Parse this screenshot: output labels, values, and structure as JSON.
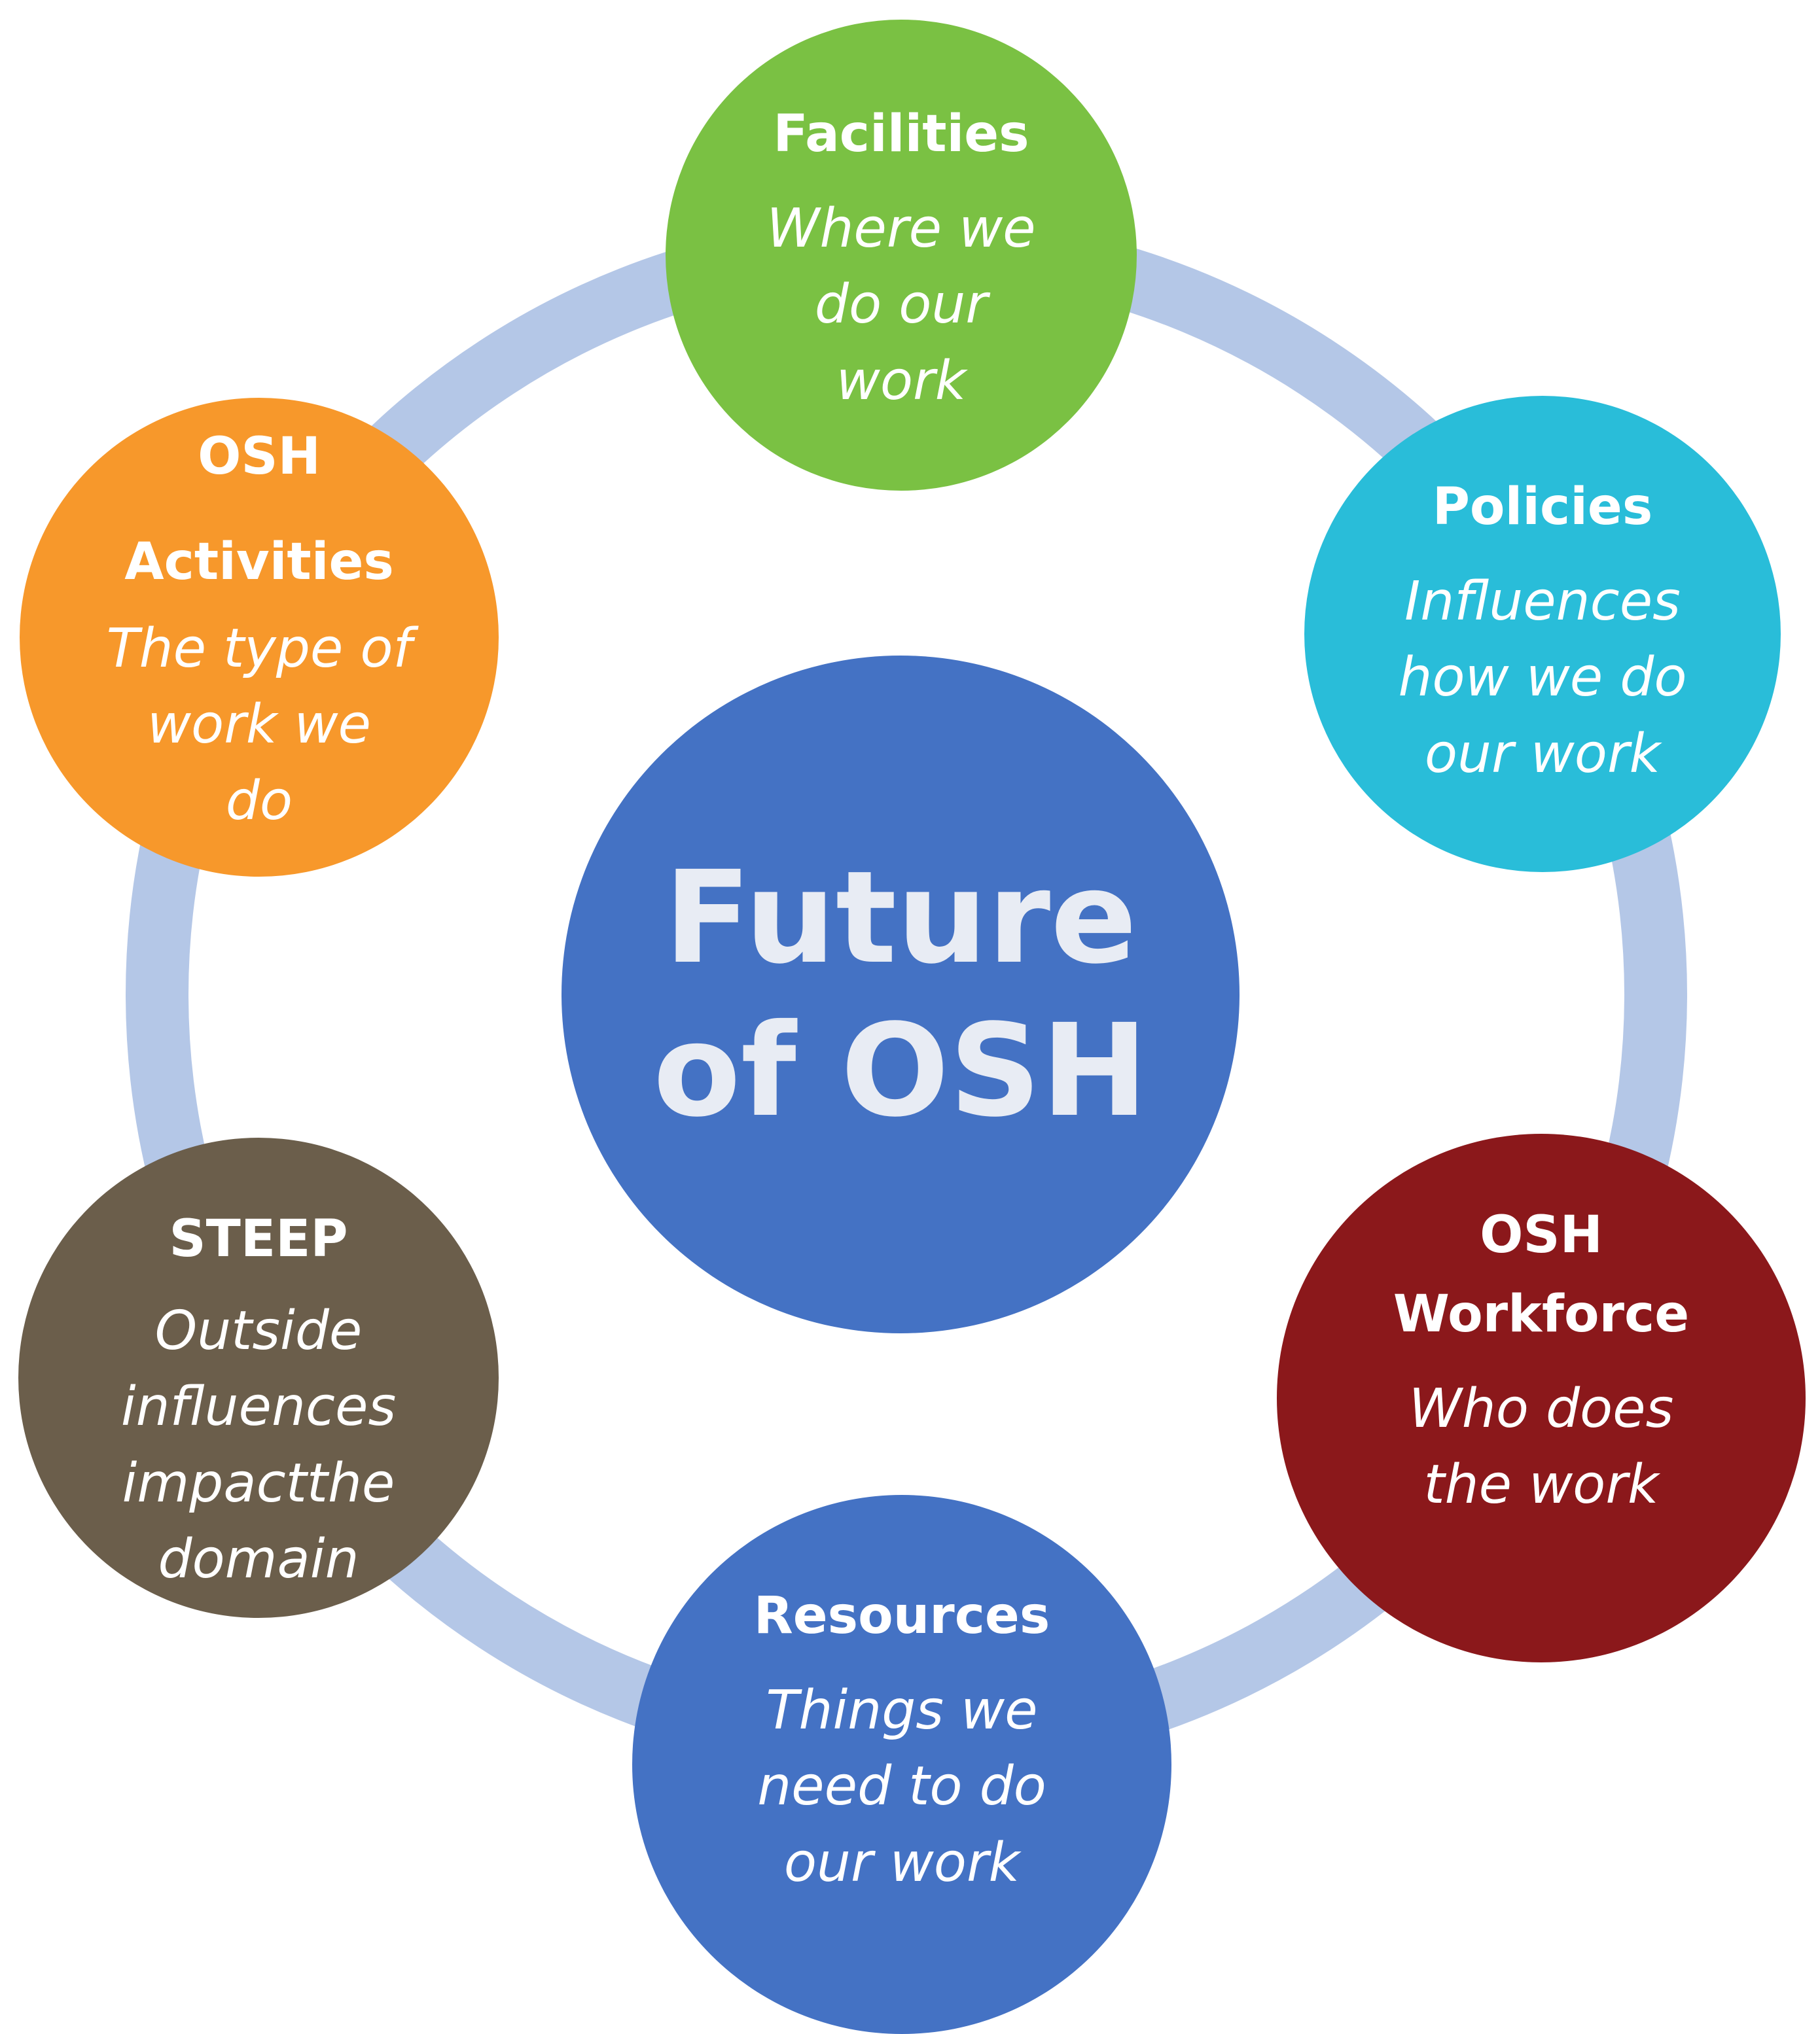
{
  "center": {
    "title_line1": "Future",
    "title_line2": "of OSH",
    "color": "#4472C4"
  },
  "ring_color": "#B4C7E7",
  "nodes": [
    {
      "id": "facilities",
      "title": "Facilities",
      "desc_lines": [
        "Where we",
        "do our",
        "work"
      ],
      "color": "#7AC143"
    },
    {
      "id": "policies",
      "title": "Policies",
      "desc_lines": [
        "Influences",
        "how we do",
        "our work"
      ],
      "color": "#29BDD9"
    },
    {
      "id": "osh-workforce",
      "title_lines": [
        "OSH",
        "Workforce"
      ],
      "desc_lines": [
        "Who does",
        "the work"
      ],
      "color": "#8B181B"
    },
    {
      "id": "resources",
      "title": "Resources",
      "desc_lines": [
        "Things we",
        "need to do",
        "our work"
      ],
      "color": "#4472C4"
    },
    {
      "id": "steep",
      "title": "STEEP",
      "desc_lines": [
        "Outside",
        "influences",
        "impactthe",
        "domain"
      ],
      "color": "#6B5E4B"
    },
    {
      "id": "osh-activities",
      "title_lines": [
        "OSH",
        "Activities"
      ],
      "desc_lines": [
        "The type of",
        "work we",
        "do"
      ],
      "color": "#F7982B"
    }
  ]
}
